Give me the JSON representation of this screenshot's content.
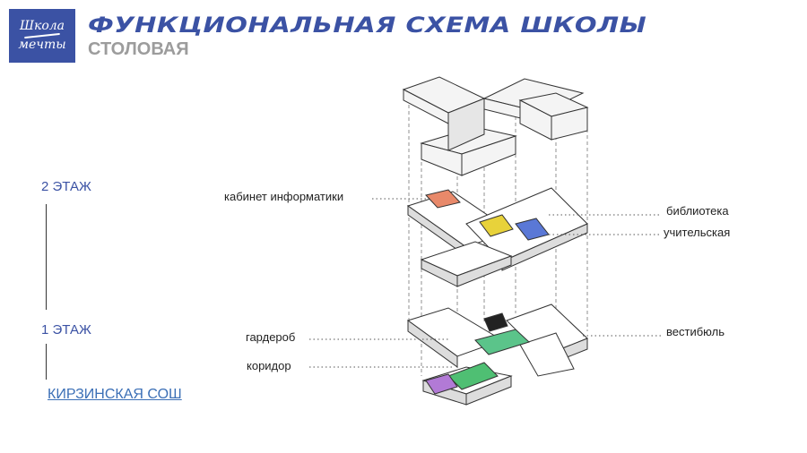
{
  "logo": {
    "line1": "Школа",
    "line2": "мечты"
  },
  "header": {
    "title": "ФУНКЦИОНАЛЬНАЯ СХЕМА ШКОЛЫ",
    "subtitle": "СТОЛОВАЯ"
  },
  "floors": [
    {
      "label": "2 ЭТАЖ"
    },
    {
      "label": "1 ЭТАЖ"
    }
  ],
  "link": {
    "label": "КИРЗИНСКАЯ СОШ"
  },
  "callouts": {
    "computer_room": "кабинет информатики",
    "library": "библиотека",
    "teachers_room": "учительская",
    "cloakroom": "гардероб",
    "corridor": "коридор",
    "lobby": "вестибюль"
  },
  "colors": {
    "brand": "#3b52a4",
    "subtitle_gray": "#9c9c9c",
    "computer_room": "#e8896a",
    "library": "#e8d23a",
    "teachers_room": "#5a78d6",
    "lobby": "#5bc48a",
    "corridor": "#4fbf73",
    "purple_zone": "#b27ad6"
  }
}
